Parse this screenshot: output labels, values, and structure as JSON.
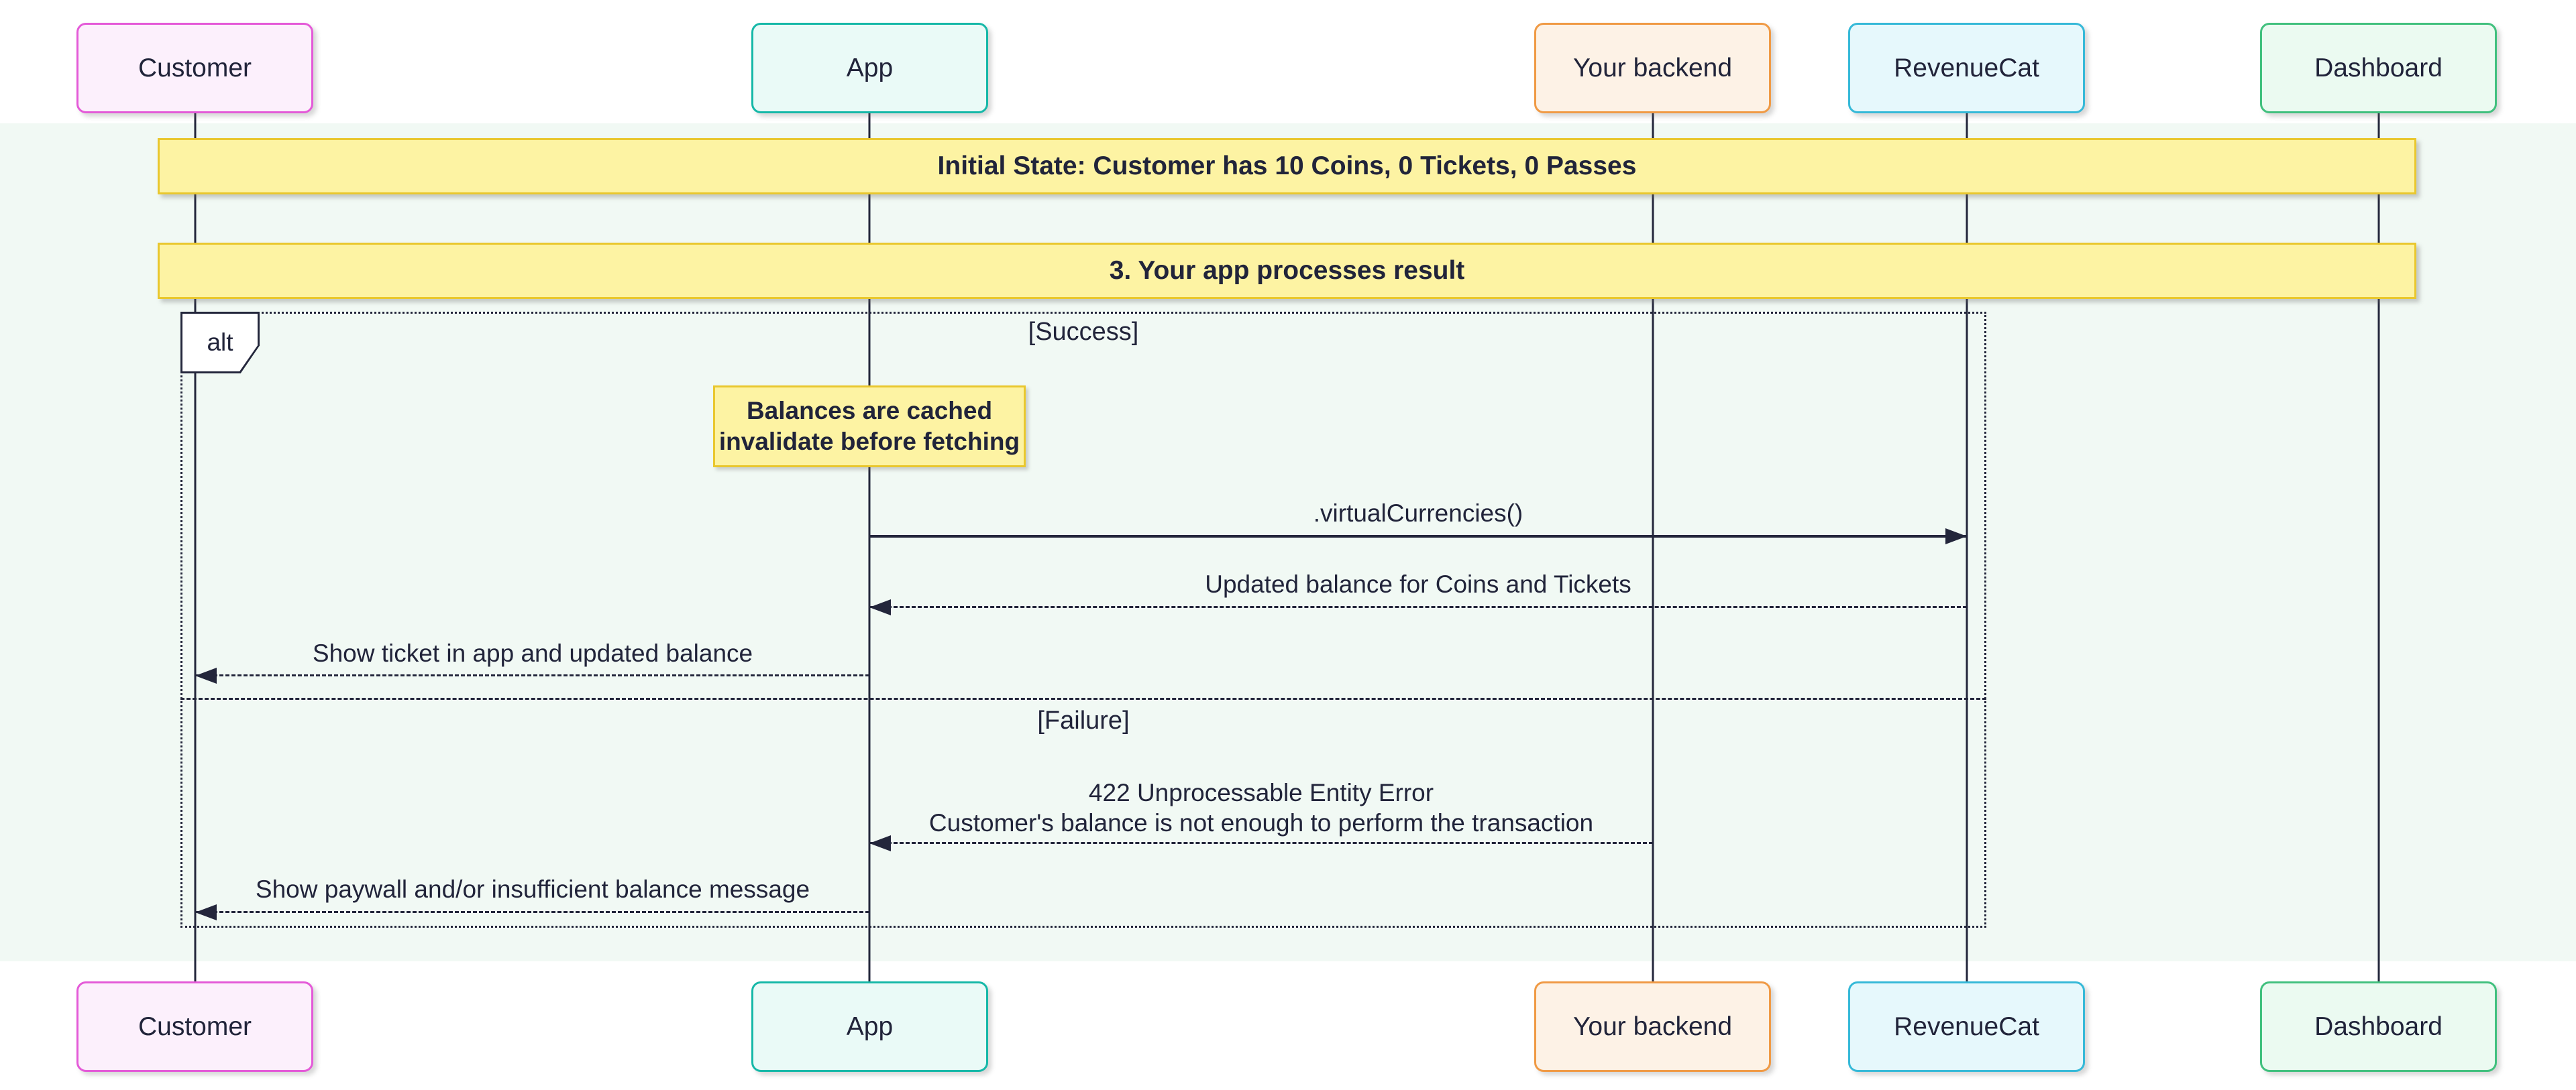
{
  "diagram_type": "sequence",
  "participants": [
    {
      "id": "customer",
      "label": "Customer",
      "border": "#e45ad8",
      "fill": "#fcf0fc"
    },
    {
      "id": "app",
      "label": "App",
      "border": "#16b8a8",
      "fill": "#eafaf7"
    },
    {
      "id": "your-backend",
      "label": "Your backend",
      "border": "#f09a45",
      "fill": "#fdf2e6"
    },
    {
      "id": "revenuecat",
      "label": "RevenueCat",
      "border": "#36b9d8",
      "fill": "#e6f8fc"
    },
    {
      "id": "dashboard",
      "label": "Dashboard",
      "border": "#41c07e",
      "fill": "#ebfaf1"
    }
  ],
  "banners": [
    {
      "text": "Initial State: Customer has 10 Coins, 0 Tickets, 0 Passes"
    },
    {
      "text": "3. Your app processes result"
    }
  ],
  "alt_frame": {
    "label": "alt",
    "branches": [
      {
        "condition": "[Success]"
      },
      {
        "condition": "[Failure]"
      }
    ]
  },
  "note": {
    "lines": [
      "Balances are cached",
      "invalidate before fetching"
    ]
  },
  "messages": [
    {
      "from": "App",
      "to": "RevenueCat",
      "style": "solid",
      "text": ".virtualCurrencies()"
    },
    {
      "from": "RevenueCat",
      "to": "App",
      "style": "dashed",
      "text": "Updated balance for Coins and Tickets"
    },
    {
      "from": "App",
      "to": "Customer",
      "style": "dashed",
      "text": "Show ticket in app and updated balance"
    },
    {
      "from": "Your backend",
      "to": "App",
      "style": "dashed",
      "lines": [
        "422 Unprocessable Entity Error",
        "Customer's balance is not enough to perform the transaction"
      ]
    },
    {
      "from": "App",
      "to": "Customer",
      "style": "dashed",
      "text": "Show paywall and/or insufficient balance message"
    }
  ],
  "colors": {
    "line": "#23263b",
    "note_fill": "#fdf3a3",
    "note_border": "#e9c72e",
    "background_tint": "#f1f9f4"
  }
}
